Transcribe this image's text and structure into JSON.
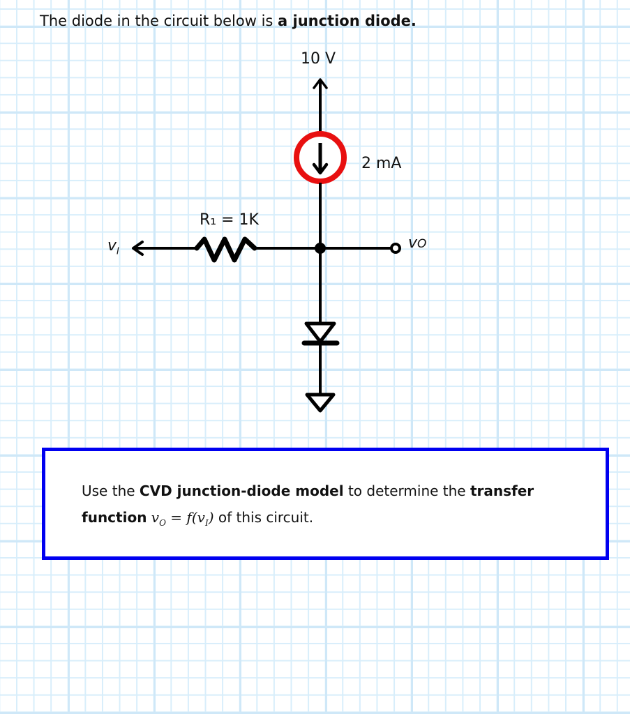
{
  "title": {
    "prefix": "The diode in the circuit below is ",
    "bold": "a junction diode."
  },
  "circuit": {
    "supply_label": "10 V",
    "current_source_label": "2 mA",
    "resistor_label": "R₁ = 1K",
    "input_label": "v",
    "input_sub": "I",
    "output_label": "v",
    "output_sub": "O",
    "colors": {
      "wire": "#000000",
      "current_source_ring": "#e81010",
      "box_border": "#0000f0",
      "grid": "#cfe8f8"
    }
  },
  "task_box": {
    "line1_a": "Use the ",
    "line1_b": "CVD junction-diode model",
    "line1_c": " to determine the ",
    "line1_d": "transfer",
    "line2_a": "function",
    "line2_formula_lhs": "v",
    "line2_formula_lhs_sub": "O",
    "line2_formula_mid": " = f(v",
    "line2_formula_mid_sub": "I",
    "line2_formula_end": ")",
    "line2_c": " of this circuit."
  }
}
